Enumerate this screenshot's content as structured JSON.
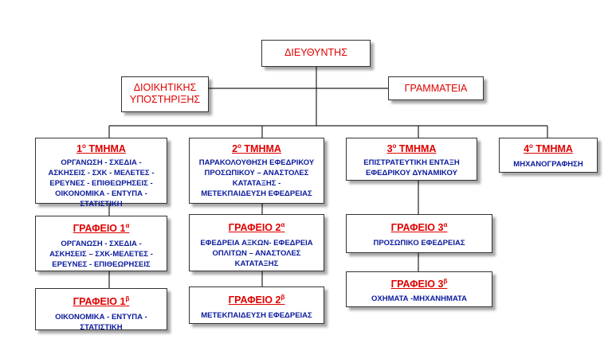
{
  "director": "ΔΙΕΥΘΥΝΤΗΣ",
  "support": {
    "line1": "ΔΙΟΙΚΗΤΙΚΗΣ",
    "line2": "ΥΠΟΣΤΗΡΙΞΗΣ"
  },
  "secretariat": "ΓΡΑΜΜΑΤΕΙΑ",
  "departments": [
    {
      "num": "1",
      "sup": "ο",
      "word": "ΤΜΗΜΑ",
      "desc": [
        "ΟΡΓΑΝΩΣΗ - ΣΧΕΔΙΑ -",
        "ΑΣΚΗΣΕΙΣ - ΣΧΚ - ΜΕΛΕΤΕΣ -",
        "ΕΡΕΥΝΕΣ - ΕΠΙΘΕΩΡΗΣΕΙΣ -",
        "ΟΙΚΟΝΟΜΙΚΑ - ΕΝΤΥΠΑ -",
        "ΣΤΑΤΙΣΤΙΚΗ"
      ],
      "offices": [
        {
          "label": "ΓΡΑΦΕΙΟ 1",
          "sup": "α",
          "desc": [
            "ΟΡΓΑΝΩΣΗ - ΣΧΕΔΙΑ -",
            "ΑΣΚΗΣΕΙΣ – ΣΧΚ-ΜΕΛΕΤΕΣ -",
            "ΕΡΕΥΝΕΣ - ΕΠΙΘΕΩΡΗΣΕΙΣ"
          ]
        },
        {
          "label": "ΓΡΑΦΕΙΟ 1",
          "sup": "β",
          "desc": [
            "ΟΙΚΟΝΟΜΙΚΑ - ΕΝΤΥΠΑ -",
            "ΣΤΑΤΙΣΤΙΚΗ"
          ]
        }
      ]
    },
    {
      "num": "2",
      "sup": "ο",
      "word": "ΤΜΗΜΑ",
      "desc": [
        "ΠΑΡΑΚΟΛΟΥΘΗΣΗ ΕΦΕΔΡΙΚΟΥ",
        "ΠΡΟΣΩΠΙΚΟΥ – ΑΝΑΣΤΟΛΕΣ",
        "ΚΑΤΑΤΑΞΗΣ -",
        "ΜΕΤΕΚΠΑΙΔΕΥΣΗ ΕΦΕΔΡΕΙΑΣ"
      ],
      "offices": [
        {
          "label": "ΓΡΑΦΕΙΟ 2",
          "sup": "α",
          "desc": [
            "ΕΦΕΔΡΕΙΑ ΑΞΚΩΝ- ΕΦΕΔΡΕΙΑ",
            "ΟΠΛΙΤΩΝ – ΑΝΑΣΤΟΛΕΣ",
            "ΚΑΤΑΤΑΞΗΣ"
          ]
        },
        {
          "label": "ΓΡΑΦΕΙΟ 2",
          "sup": "β",
          "desc": [
            "ΜΕΤΕΚΠΑΙΔΕΥΣΗ ΕΦΕΔΡΕΙΑΣ"
          ]
        }
      ]
    },
    {
      "num": "3",
      "sup": "ο",
      "word": "ΤΜΗΜΑ",
      "desc": [
        "ΕΠΙΣΤΡΑΤΕΥΤΙΚΗ ΕΝΤΑΞΗ",
        "ΕΦΕΔΡΙΚΟΥ ΔΥΝΑΜΙΚΟΥ"
      ],
      "offices": [
        {
          "label": "ΓΡΑΦΕΙΟ 3",
          "sup": "α",
          "desc": [
            "ΠΡΟΣΩΠΙΚΟ ΕΦΕΔΡΕΙΑΣ"
          ]
        },
        {
          "label": "ΓΡΑΦΕΙΟ 3",
          "sup": "β",
          "desc": [
            "ΟΧΗΜΑΤΑ -ΜΗΧΑΝΗΜΑΤΑ"
          ]
        }
      ]
    },
    {
      "num": "4",
      "sup": "ο",
      "word": "ΤΜΗΜΑ",
      "desc": [
        "ΜΗΧΑΝΟΓΡΑΦΗΣΗ"
      ],
      "offices": []
    }
  ]
}
